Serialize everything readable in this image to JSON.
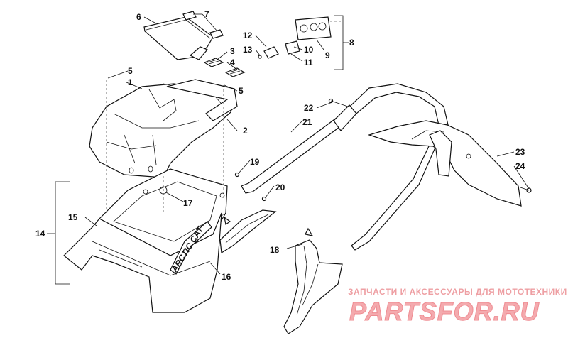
{
  "callouts": [
    "1",
    "2",
    "3",
    "4",
    "5",
    "5",
    "6",
    "7",
    "8",
    "9",
    "10",
    "11",
    "12",
    "13",
    "14",
    "15",
    "16",
    "17",
    "18",
    "19",
    "20",
    "21",
    "22",
    "23",
    "24"
  ],
  "decal_text": "ARCTIC CAT",
  "watermark": {
    "tagline": "ЗАПЧАСТИ И АКСЕССУАРЫ ДЛЯ МОТОТЕХНИКИ",
    "logo": "PARTSFOR.RU",
    "color": "#f4aaae"
  }
}
